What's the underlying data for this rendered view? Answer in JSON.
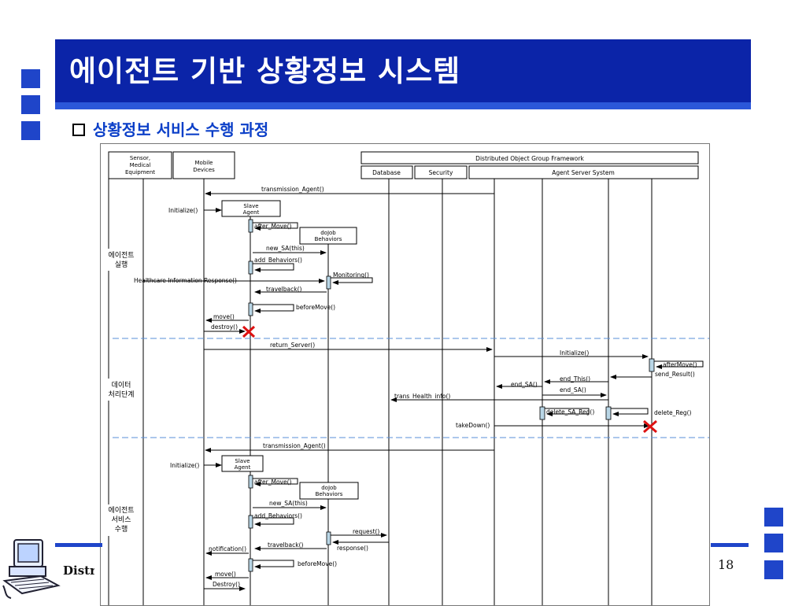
{
  "slide": {
    "title": "에이전트 기반 상황정보 시스템",
    "subtitle": "상황정보 서비스 수행 과정",
    "footer_text": "Distr",
    "page_number": "18"
  },
  "colors": {
    "title_bg": "#0b24a8",
    "accent": "#1f45c9",
    "subtitle": "#0b3fc8",
    "destroy_mark": "#dd1111",
    "separator": "#5a8fd8"
  },
  "diagram": {
    "header": {
      "sensor": [
        "Sensor,",
        "Medical",
        "Equipment"
      ],
      "mobile": [
        "Mobile",
        "Devices"
      ],
      "framework": "Distributed Object Group Framework",
      "database": "Database",
      "security": "Security",
      "agent_server": "Agent Server System"
    },
    "phases": {
      "agent_exec": [
        "에이전트",
        "실행"
      ],
      "data_proc": [
        "데이터",
        "처리단계"
      ],
      "agent_service": [
        "에이전트",
        "서비스",
        "수행"
      ]
    },
    "boxes": {
      "slave1": [
        "Slave",
        "Agent"
      ],
      "dojob1": [
        "doJob",
        "Behaviors"
      ],
      "slave2": [
        "Slave",
        "Agent"
      ],
      "dojob2": [
        "doJob",
        "Behaviors"
      ]
    },
    "messages": {
      "m1": "transmission_Agent()",
      "m2": "Initialize()",
      "m3": "after_Move()",
      "m4": "new_SA(this)",
      "m5": "add_Behaviors()",
      "m6": "Monitoring()",
      "m7": "Healthcare Information Response()",
      "m8": "travelback()",
      "m9": "beforeMove()",
      "m10": "move()",
      "m11": "destroy()",
      "m12": "return_Server()",
      "m13": "Initialize()",
      "m14": "afterMove()",
      "m15": "send_Result()",
      "m16": "end_This()",
      "m17": "end_SA()",
      "m18": "end_SA()",
      "m19": "trans_Health_info()",
      "m20": "delete_SA_Reg()",
      "m21": "delete_Reg()",
      "m22": "takeDown()",
      "m23": "transmission_Agent()",
      "m24": "Initialize()",
      "m25": "after_Move()",
      "m26": "new_SA(this)",
      "m27": "add_Behaviors()",
      "m28": "request()",
      "m29": "response()",
      "m30": "notification()",
      "m31": "travelback()",
      "m32": "beforeMove()",
      "m33": "move()",
      "m34": "Destroy()"
    }
  }
}
